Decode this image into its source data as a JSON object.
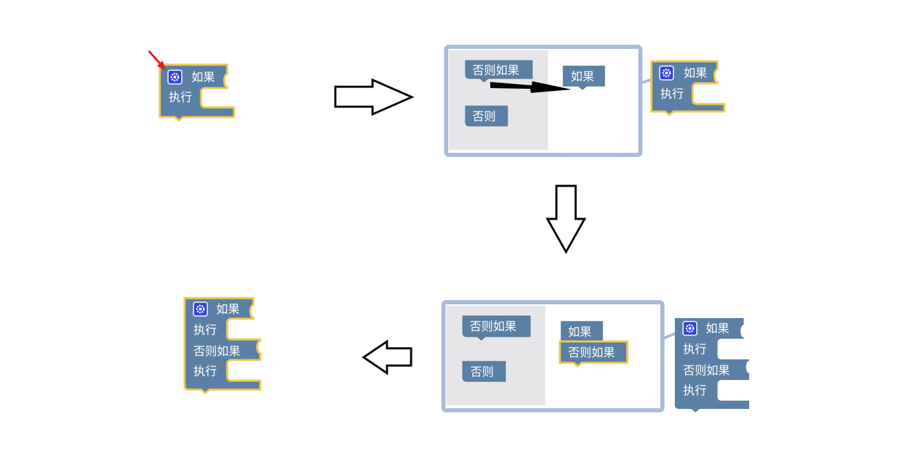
{
  "labels": {
    "if": "如果",
    "do": "执行",
    "else_if": "否则如果",
    "else": "否则"
  },
  "colors": {
    "block": "#5b80a5",
    "block_dark": "#4d6e8f",
    "highlight": "#f2c94c",
    "gear": "#3344dd",
    "mutator_bg": "#ffffff",
    "mutator_border": "#a9bcd8",
    "flyout": "#e6e6e8",
    "pointer_arrow": "#e11d1d",
    "flow_arrow": "#000000"
  },
  "icons": [
    "gear-icon",
    "pointer-arrow-icon",
    "arrow-right-icon",
    "arrow-down-icon",
    "arrow-left-icon",
    "drag-arrow-icon"
  ]
}
